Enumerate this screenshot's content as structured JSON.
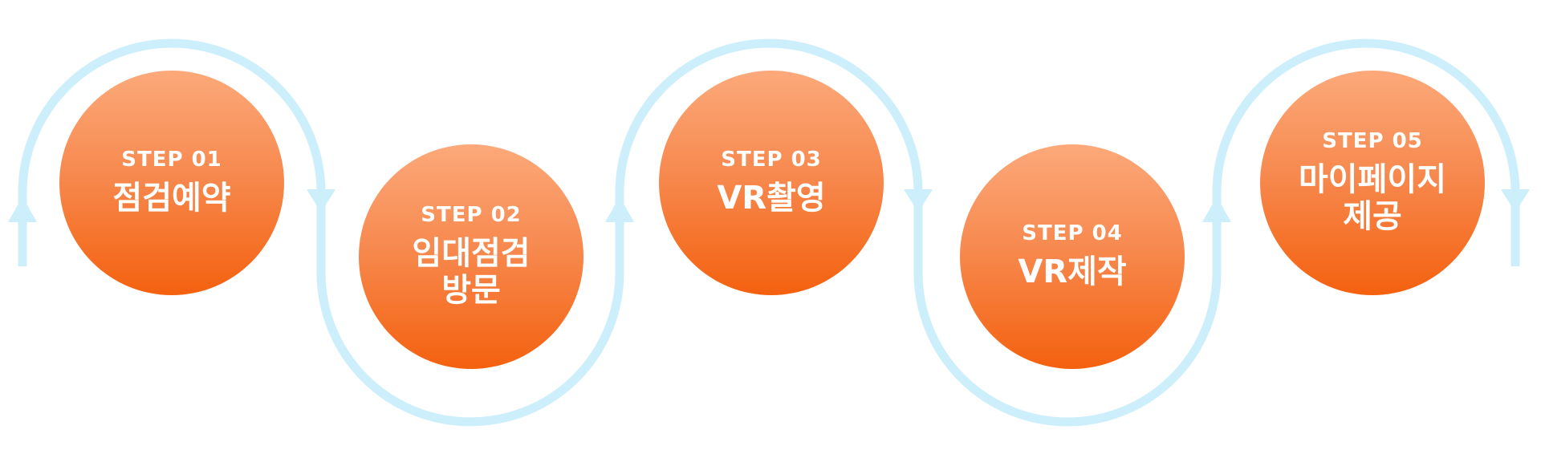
{
  "colors": {
    "track": "#cdeffc",
    "circle_top": "#fca97a",
    "circle_bottom": "#f4610f",
    "text": "#ffffff"
  },
  "steps": [
    {
      "label": "STEP 01",
      "title": "점검예약"
    },
    {
      "label": "STEP 02",
      "title": "임대점검\n방문"
    },
    {
      "label": "STEP 03",
      "title": "VR촬영"
    },
    {
      "label": "STEP 04",
      "title": "VR제작"
    },
    {
      "label": "STEP 05",
      "title": "마이페이지\n제공"
    }
  ]
}
